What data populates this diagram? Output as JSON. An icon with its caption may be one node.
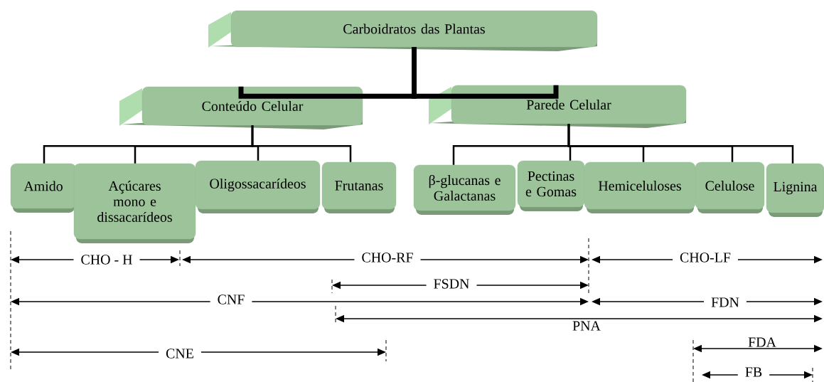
{
  "diagram": {
    "nodes": [
      {
        "text": [
          "Carboidratos das Plantas"
        ]
      },
      {
        "text": [
          "Conteúdo Celular"
        ]
      },
      {
        "text": [
          "Parede Celular"
        ]
      },
      {
        "text": [
          "Amido"
        ]
      },
      {
        "text": [
          "Açúcares mono e dissacarídeos"
        ]
      },
      {
        "text": [
          "Oligossacarídeos"
        ]
      },
      {
        "text": [
          "Frutanas"
        ]
      },
      {
        "text": [
          "β-glucanas e Galactanas"
        ]
      },
      {
        "text": [
          "Pectinas e Gomas"
        ]
      },
      {
        "text": [
          "Hemiceluloses"
        ]
      },
      {
        "text": [
          "Celulose"
        ]
      },
      {
        "text": [
          "Lignina"
        ]
      }
    ],
    "edges": [
      {
        "from": 0,
        "to": 1,
        "arrow": "none",
        "style": "thick"
      },
      {
        "from": 0,
        "to": 2,
        "arrow": "none",
        "style": "thick"
      },
      {
        "from": 1,
        "to": 3,
        "arrow": "none"
      },
      {
        "from": 1,
        "to": 4,
        "arrow": "none"
      },
      {
        "from": 1,
        "to": 5,
        "arrow": "none"
      },
      {
        "from": 1,
        "to": 6,
        "arrow": "none"
      },
      {
        "from": 2,
        "to": 7,
        "arrow": "none"
      },
      {
        "from": 2,
        "to": 8,
        "arrow": "none"
      },
      {
        "from": 2,
        "to": 9,
        "arrow": "none"
      },
      {
        "from": 2,
        "to": 10,
        "arrow": "none"
      },
      {
        "from": 2,
        "to": 11,
        "arrow": "none"
      }
    ],
    "labels": [
      "CHO - H",
      "CHO-RF",
      "CHO-LF",
      "FSDN",
      "CNF",
      "FDN",
      "PNA",
      "CNE",
      "FDA",
      "FB"
    ]
  }
}
